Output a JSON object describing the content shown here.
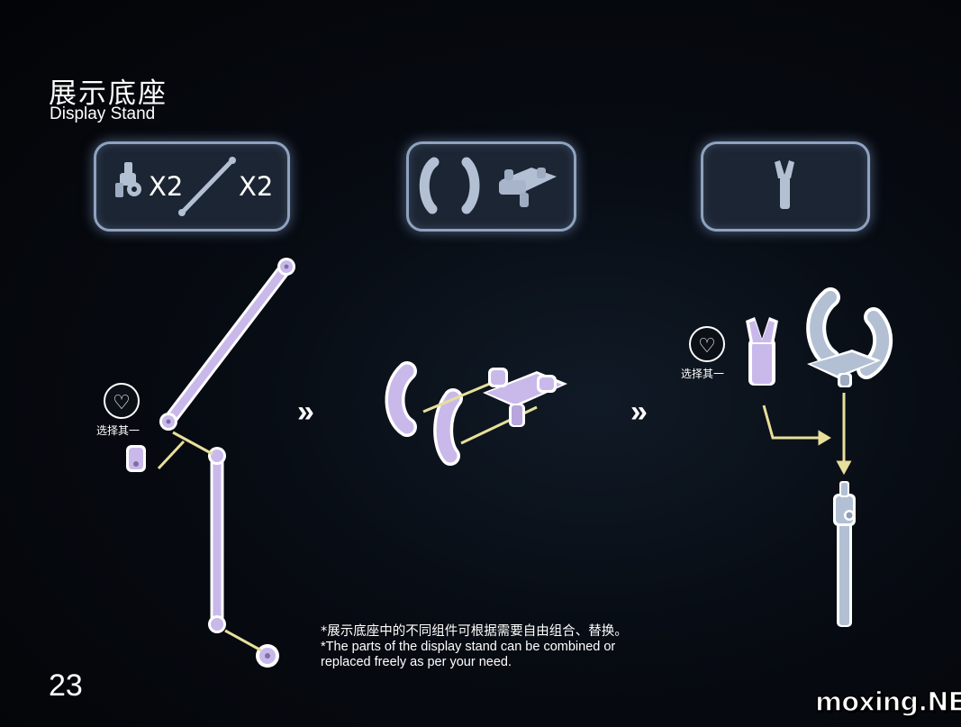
{
  "header": {
    "title_zh": "展示底座",
    "title_en": "Display Stand"
  },
  "parts": {
    "group1": {
      "qty_a": "X2",
      "qty_b": "X2"
    }
  },
  "steps": {
    "arrow": "»"
  },
  "options": {
    "choose_one_label": "选择其一",
    "icon": "heart-icon"
  },
  "note": {
    "zh": "*展示底座中的不同组件可根据需要自由组合、替换。",
    "en_line1": "*The parts of the display stand can be combined or",
    "en_line2": "replaced freely as per your need."
  },
  "page": {
    "number": "23",
    "watermark": "moxing.NET"
  },
  "colors": {
    "part_lavender": "#c9b9ea",
    "part_gray": "#b3c0d4",
    "guide_yellow": "#e8df9a",
    "box_border": "#8fa2bf"
  }
}
